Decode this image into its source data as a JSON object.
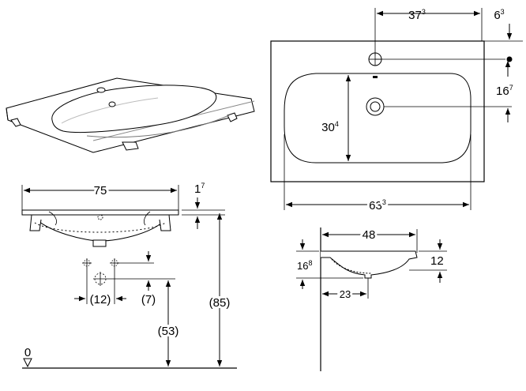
{
  "top_view": {
    "dim_tap_offset": "37",
    "dim_tap_offset_sup": "3",
    "dim_edge_tap": "6",
    "dim_edge_tap_sup": "3",
    "dim_overflow": "16",
    "dim_overflow_sup": "7",
    "dim_bowl_depth": "30",
    "dim_bowl_depth_sup": "4",
    "dim_bowl_width": "63",
    "dim_bowl_width_sup": "3"
  },
  "front_view": {
    "dim_width": "75",
    "dim_thickness": "1",
    "dim_thickness_sup": "7",
    "dim_waste_spacing": "(12)",
    "dim_waste_drop": "(7)",
    "dim_waste_height": "(53)",
    "dim_total_height": "(85)",
    "floor_label": "0"
  },
  "side_view": {
    "dim_depth": "48",
    "dim_rim": "12",
    "dim_bowl_height": "16",
    "dim_bowl_height_sup": "8",
    "dim_drain": "23"
  }
}
